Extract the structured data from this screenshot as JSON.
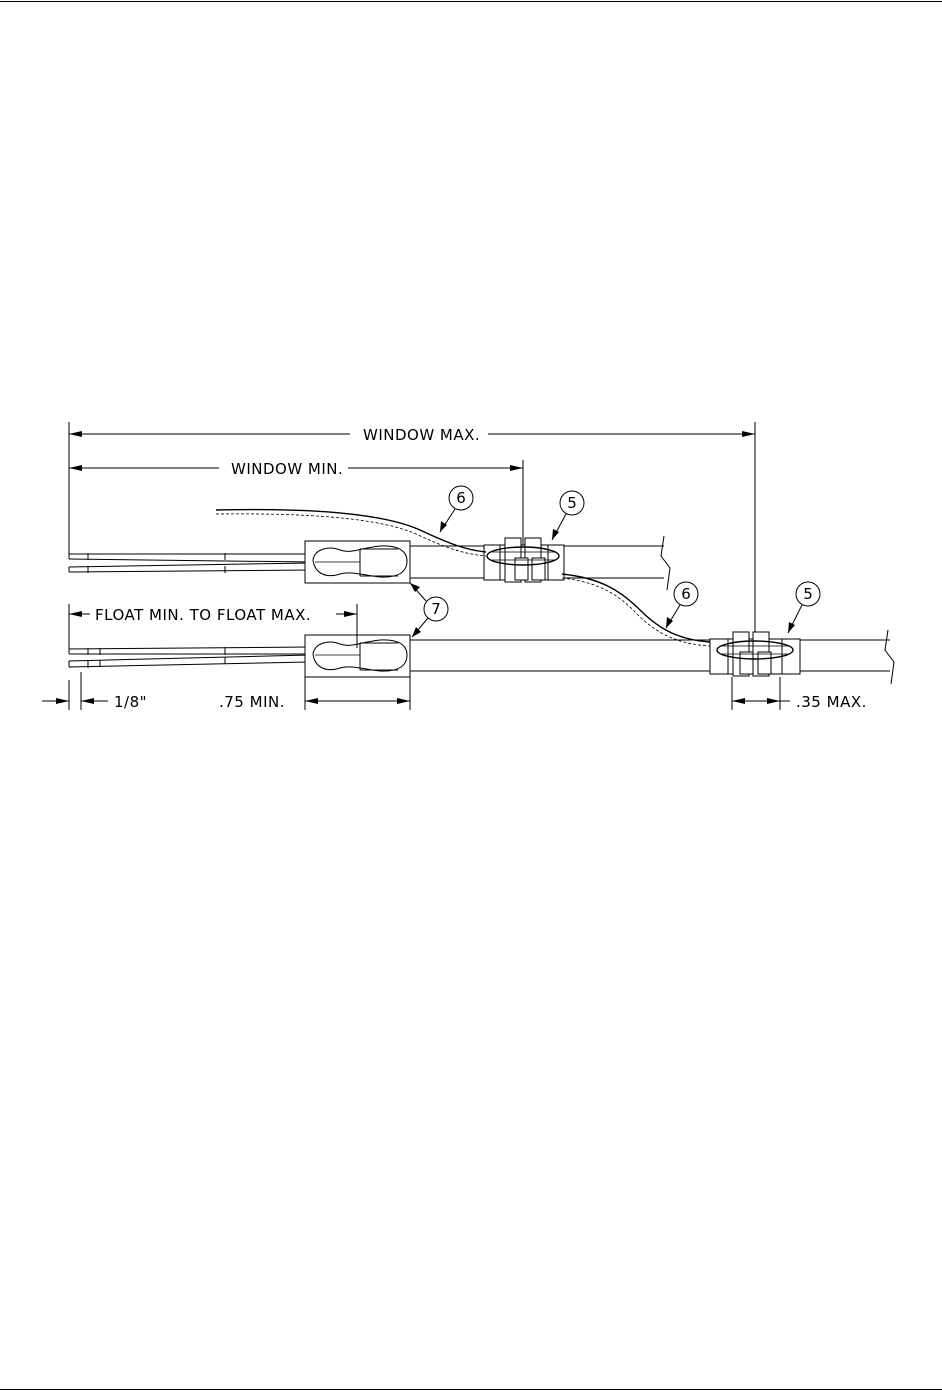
{
  "diagram": {
    "dimensions": {
      "window_max": "WINDOW MAX.",
      "window_min": "WINDOW MIN.",
      "float_range": "FLOAT MIN. TO FLOAT MAX.",
      "tip_length": "1/8\"",
      "sleeve_min": ".75 MIN.",
      "clip_max": ".35 MAX."
    },
    "callouts": {
      "clip_upper": "5",
      "clip_lower": "5",
      "wire_upper": "6",
      "wire_lower": "6",
      "sleeve": "7"
    }
  }
}
